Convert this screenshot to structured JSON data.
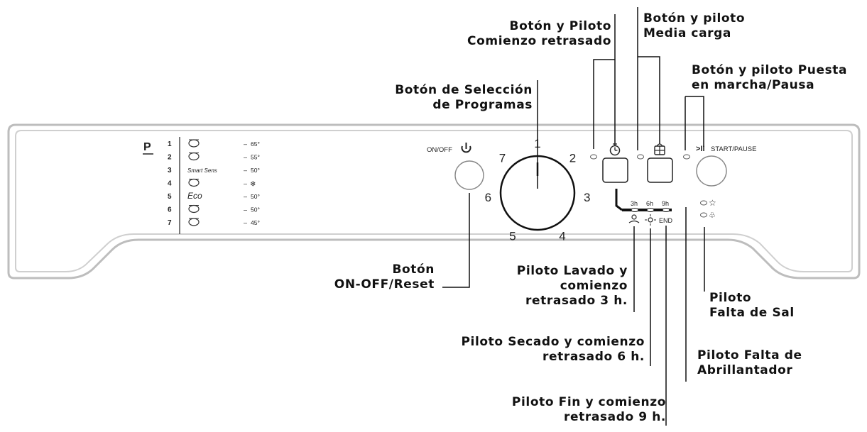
{
  "callouts": {
    "delayed_start": [
      "Botón y Piloto",
      "Comienzo retrasado"
    ],
    "half_load": [
      "Botón y piloto",
      "Media carga"
    ],
    "start_pause": [
      "Botón y piloto Puesta",
      "en marcha/Pausa"
    ],
    "program_select": [
      "Botón de Selección",
      "de Programas"
    ],
    "on_off": [
      "Botón",
      "ON-OFF/Reset"
    ],
    "wash_3h": [
      "Piloto Lavado y",
      "comienzo",
      "retrasado 3 h."
    ],
    "dry_6h": [
      "Piloto Secado y comienzo",
      "retrasado 6 h."
    ],
    "end_9h": [
      "Piloto Fin y comienzo",
      "retrasado 9 h."
    ],
    "salt": [
      "Piloto",
      "Falta de Sal"
    ],
    "rinse_aid": [
      "Piloto Falta de",
      "Abrillantador"
    ]
  },
  "panel": {
    "program_letter": "P",
    "programs": [
      {
        "num": "1",
        "icon": "pot-icon",
        "temp": "65°"
      },
      {
        "num": "2",
        "icon": "pot-icon",
        "temp": "55°"
      },
      {
        "num": "3",
        "icon": "smart-sensor-icon",
        "label": "Smart Sens",
        "temp": "50°"
      },
      {
        "num": "4",
        "icon": "bowl-icon",
        "temp": ""
      },
      {
        "num": "5",
        "icon": "eco-leaf-icon",
        "label": "Eco",
        "temp": "50°"
      },
      {
        "num": "6",
        "icon": "fast-cup-icon",
        "temp": "50°"
      },
      {
        "num": "7",
        "icon": "glass-icon",
        "temp": "45°"
      }
    ],
    "onoff_label": "ON/OFF",
    "dial_numbers": [
      "1",
      "2",
      "3",
      "4",
      "5",
      "6",
      "7"
    ],
    "delay_labels": [
      "3h",
      "6h",
      "9h"
    ],
    "end_label": "END",
    "start_label": "START/PAUSE",
    "start_icon": ">II"
  }
}
